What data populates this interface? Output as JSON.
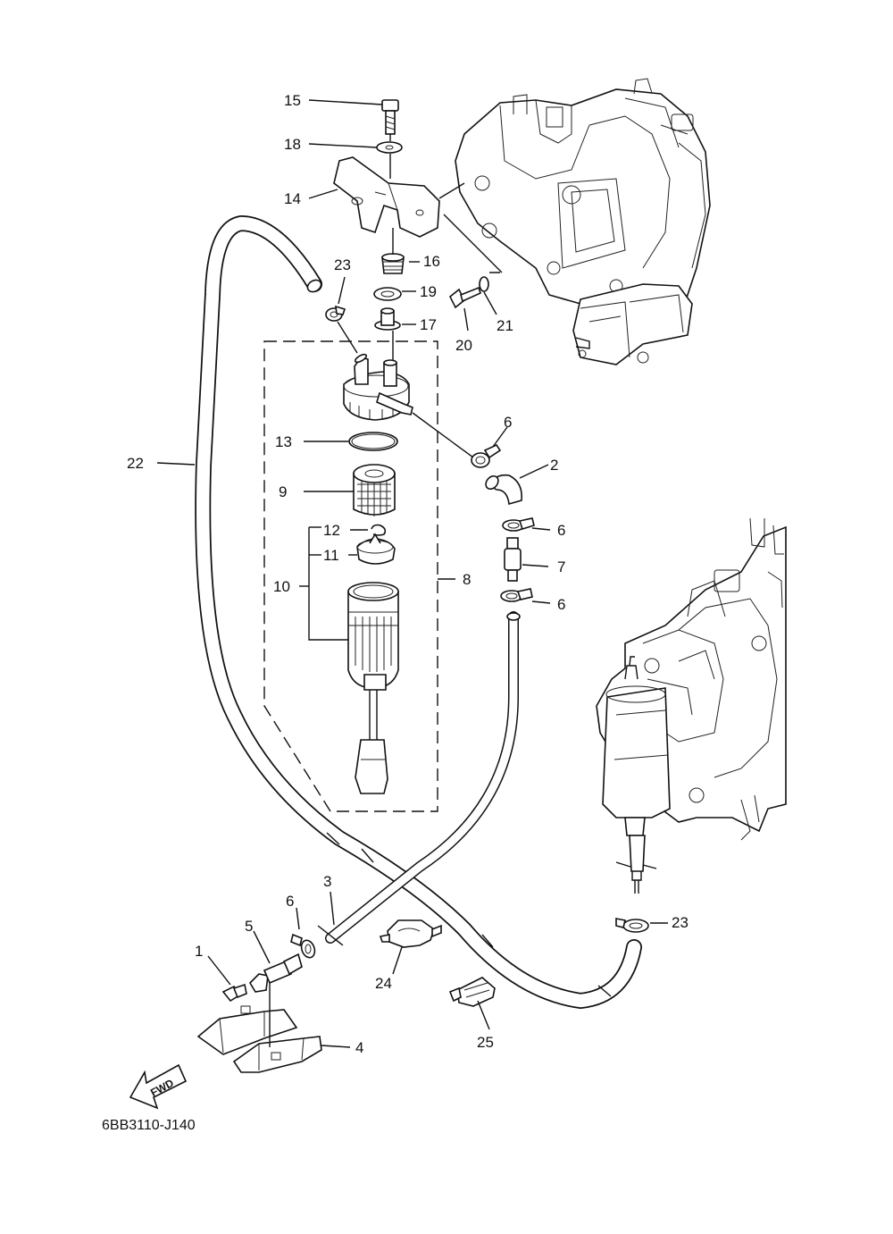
{
  "diagram_code": "6BB3110-J140",
  "fwd_label": "FWD",
  "callouts": {
    "c1": "1",
    "c2": "2",
    "c3": "3",
    "c4": "4",
    "c5": "5",
    "c6a": "6",
    "c6b": "6",
    "c6c": "6",
    "c6d": "6",
    "c7": "7",
    "c8": "8",
    "c9": "9",
    "c10": "10",
    "c11": "11",
    "c12": "12",
    "c13": "13",
    "c14": "14",
    "c15": "15",
    "c16": "16",
    "c17": "17",
    "c18": "18",
    "c19": "19",
    "c20": "20",
    "c21": "21",
    "c22": "22",
    "c23a": "23",
    "c23b": "23",
    "c24": "24",
    "c25": "25"
  }
}
